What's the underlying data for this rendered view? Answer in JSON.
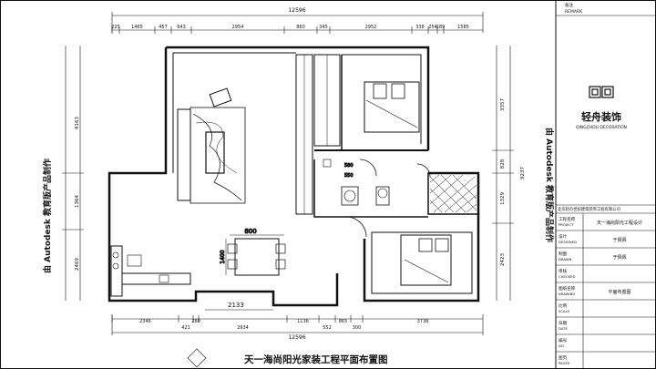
{
  "drawing": {
    "title": "天一海尚阳光家装工程平面布置图",
    "total_width_top": "12596",
    "total_width_bottom": "12596",
    "dimension_2133": "2133",
    "dimension_800": "800",
    "dimension_1400": "1400",
    "dimension_580": "580",
    "dimension_550": "550",
    "top_segments": [
      "225",
      "1465",
      "457",
      "643",
      "2954",
      "860",
      "345",
      "2952",
      "338",
      "254",
      "189",
      "1585"
    ],
    "bottom_segments": [
      "2346",
      "421",
      "280",
      "2934",
      "1136",
      "552",
      "865",
      "300",
      "3738"
    ],
    "left_dims": [
      "4163",
      "1364",
      "2469"
    ],
    "right_dims": [
      "3357",
      "828",
      "1329",
      "2423",
      "9237"
    ],
    "watermark_left": "由 Autodesk 教育版产品制作",
    "watermark_right": "由 Autodesk 教育版产品制作"
  },
  "title_block": {
    "header_label": "备注",
    "header_label_en": "REMARK",
    "company_name": "轻舟装饰",
    "company_name_en": "QINGZHOU DECORATION",
    "company_full": "北京轻舟世纪建筑装饰工程有限公司",
    "rows": [
      {
        "label": "工程名称",
        "label_en": "PROJECT",
        "value": "天一海尚阳光工程设计"
      },
      {
        "label": "设计",
        "label_en": "DESIGNED",
        "value": "于佩佩"
      },
      {
        "label": "制图",
        "label_en": "DRAWN",
        "value": "于佩佩"
      },
      {
        "label": "审核",
        "label_en": "CHECKED",
        "value": ""
      },
      {
        "label": "图纸名称",
        "label_en": "DRAWING",
        "value": "平面布置图"
      },
      {
        "label": "比例",
        "label_en": "SCALE",
        "value": ""
      },
      {
        "label": "日期",
        "label_en": "DATE",
        "value": ""
      },
      {
        "label": "编号",
        "label_en": "NO",
        "value": ""
      },
      {
        "label": "图页",
        "label_en": "PAGES",
        "value": ""
      }
    ]
  }
}
